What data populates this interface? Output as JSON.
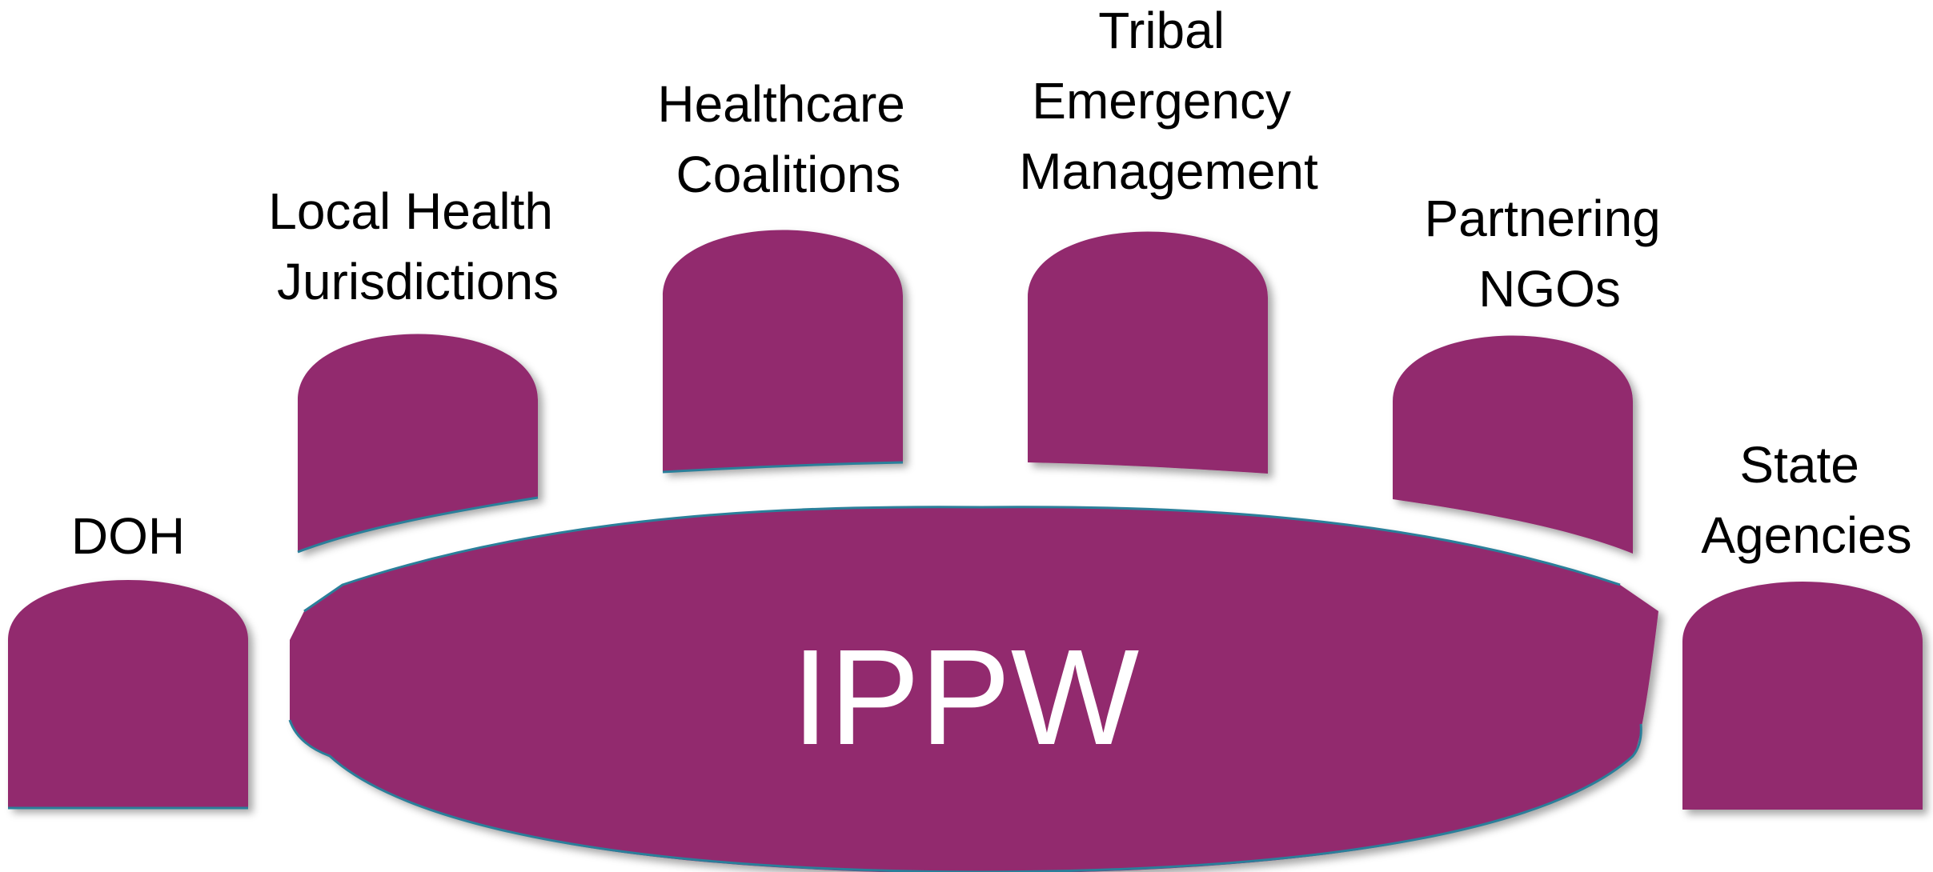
{
  "center": {
    "label": "IPPW"
  },
  "participants": [
    {
      "id": "doh",
      "lines": [
        "DOH"
      ]
    },
    {
      "id": "lhj",
      "lines": [
        "Local Health",
        "Jurisdictions"
      ]
    },
    {
      "id": "hcc",
      "lines": [
        "Healthcare",
        "Coalitions"
      ]
    },
    {
      "id": "tribal",
      "lines": [
        "Tribal",
        "Emergency",
        "Management"
      ]
    },
    {
      "id": "ngo",
      "lines": [
        "Partnering",
        "NGOs"
      ]
    },
    {
      "id": "state",
      "lines": [
        "State",
        "Agencies"
      ]
    }
  ],
  "colors": {
    "fill": "#922b6e",
    "edge": "#2a7f9a",
    "label": "#000000",
    "center_label": "#ffffff"
  }
}
